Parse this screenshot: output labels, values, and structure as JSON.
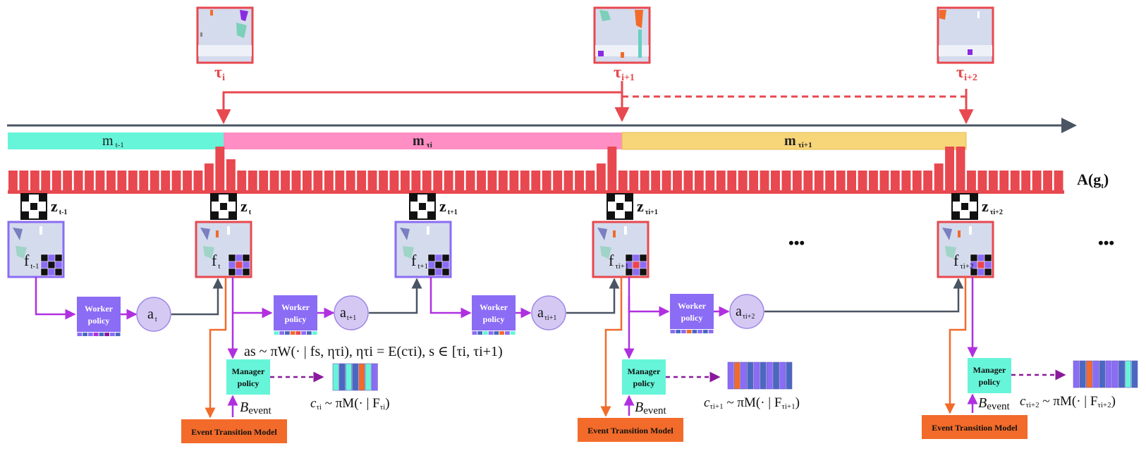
{
  "events": [
    {
      "label": "τ",
      "sub": "i"
    },
    {
      "label": "τ",
      "sub": "i+1"
    },
    {
      "label": "τ",
      "sub": "i+2"
    }
  ],
  "segments": [
    {
      "label": "m",
      "sub": "t-1",
      "color": "#66f5d9"
    },
    {
      "label": "m",
      "sub": "τi",
      "color": "#ff8ec4"
    },
    {
      "label": "m",
      "sub": "τi+1",
      "color": "#f7d67a"
    }
  ],
  "attention_label": {
    "label": "A(g",
    "sub": "t",
    "close": ")"
  },
  "z_labels": [
    {
      "label": "z",
      "sub": "t-1"
    },
    {
      "label": "z",
      "sub": "t"
    },
    {
      "label": "z",
      "sub": "t+1"
    },
    {
      "label": "z",
      "sub": "τi+1"
    },
    {
      "label": "z",
      "sub": "τi+2"
    }
  ],
  "frames": [
    {
      "label": "f",
      "sub": "t-1"
    },
    {
      "label": "f",
      "sub": "t"
    },
    {
      "label": "f",
      "sub": "t+1"
    },
    {
      "label": "f",
      "sub": "τi+1"
    },
    {
      "label": "f",
      "sub": "τi+2"
    }
  ],
  "worker_policy_label": "Worker policy",
  "manager_policy_label": "Manager policy",
  "event_model_label": "Event Transition Model",
  "actions": [
    {
      "label": "a",
      "sub": "t"
    },
    {
      "label": "a",
      "sub": "t+1"
    },
    {
      "label": "a",
      "sub": "τi+1"
    },
    {
      "label": "a",
      "sub": "τi+2"
    }
  ],
  "b_event": {
    "label": "B",
    "sub": "event"
  },
  "action_formula": "as ~ πW(· | fs, ητi),  ητi = E(cτi),  s ∈ [τi, τi+1)",
  "manager_formulas": [
    {
      "c": "c",
      "sub": "τi",
      "rest": " ~ πM(· | F",
      "fsub": "τi",
      "close": ")"
    },
    {
      "c": "c",
      "sub": "τi+1",
      "rest": " ~ πM(· | F",
      "fsub": "τi+1",
      "close": ")"
    },
    {
      "c": "c",
      "sub": "τi+2",
      "rest": " ~ πM(· | F",
      "fsub": "τi+2",
      "close": ")"
    }
  ],
  "ellipsis": "•••",
  "colors": {
    "red": "#e8484f",
    "purple": "#8b6cf5",
    "magenta": "#b030e0",
    "orange": "#f26b2a",
    "teal": "#66f5d9",
    "dark_gray": "#4a5563"
  }
}
